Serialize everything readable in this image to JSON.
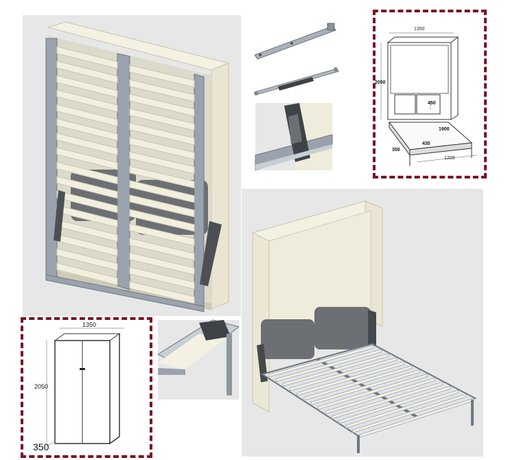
{
  "top_right_drawing": {
    "width_label": "1350",
    "height_label": "2050",
    "headboard_label": "450",
    "bed_length_label": "1900",
    "depth_label": "350",
    "leg_label": "430",
    "bed_width_label": "1200"
  },
  "bottom_left_drawing": {
    "width_label": "1350",
    "height_label": "2050",
    "depth_label": "350"
  },
  "colors": {
    "frame_border": "#7a1424",
    "cabinet_cream": "#f2efe1",
    "metal_grey": "#9aa3ad",
    "cushion_grey": "#6c6f73",
    "panel_background": "#e7e7e7"
  }
}
